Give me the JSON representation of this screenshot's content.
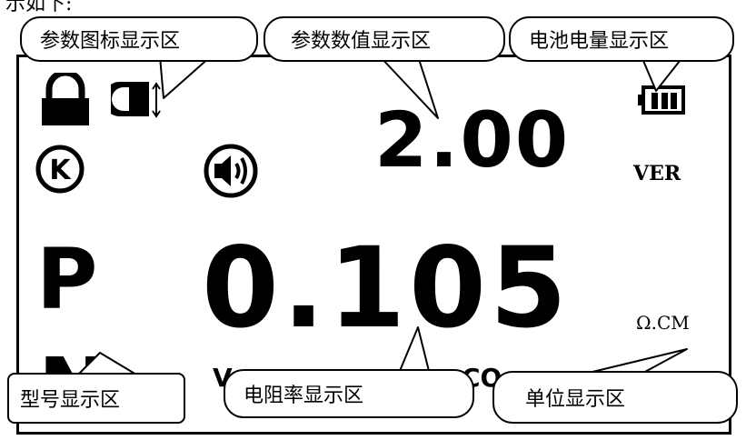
{
  "caption": "示如下:",
  "display": {
    "param_value": "2.00",
    "resistivity_value": "0.105",
    "model_letter_top": "P",
    "model_letter_bottom": "N",
    "version_label": "VER",
    "unit_label": "Ω.CM",
    "partial_bottom_left": "V",
    "partial_bottom_right": "CO"
  },
  "icons": [
    "lock-icon",
    "probe-icon",
    "k-circle-icon",
    "speaker-icon",
    "battery-icon"
  ],
  "callouts": {
    "param_icon_area": "参数图标显示区",
    "param_value_area": "参数数值显示区",
    "battery_area": "电池电量显示区",
    "model_area": "型号显示区",
    "resistivity_area": "电阻率显示区",
    "unit_area": "单位显示区"
  }
}
